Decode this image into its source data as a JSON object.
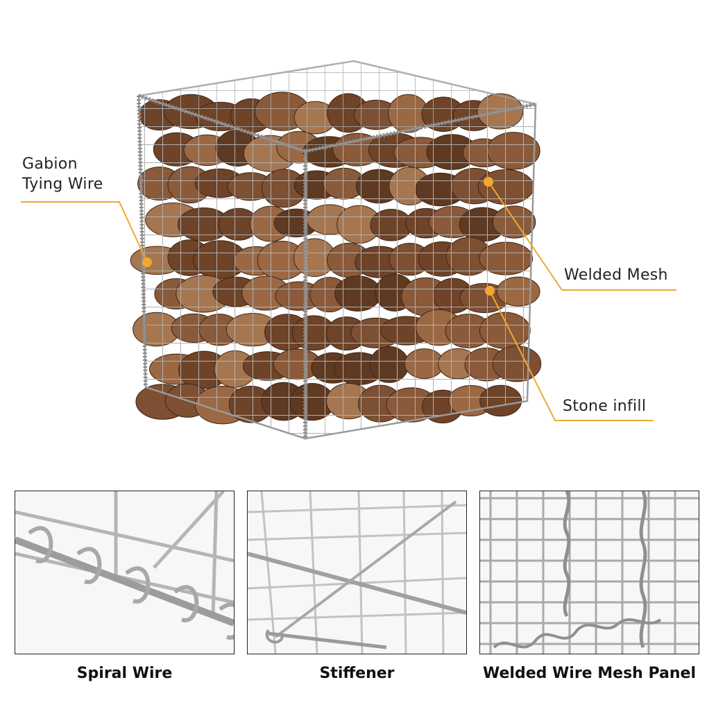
{
  "callouts": {
    "tying_wire_line1": "Gabion",
    "tying_wire_line2": "Tying Wire",
    "welded_mesh": "Welded Mesh",
    "stone_infill": "Stone infill"
  },
  "panels": {
    "spiral_wire": "Spiral Wire",
    "stiffener": "Stiffener",
    "welded_panel": "Welded Wire Mesh Panel"
  },
  "colors": {
    "accent": "#f0a830",
    "wire": "#9a9a9a",
    "stone": "#8a5a3a"
  }
}
